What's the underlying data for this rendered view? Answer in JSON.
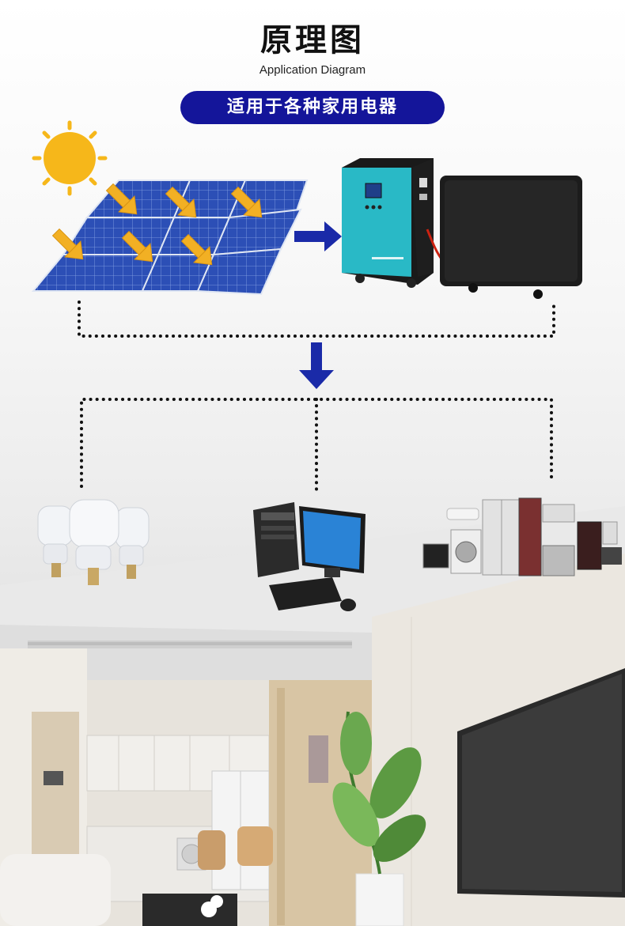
{
  "header": {
    "title": "原理图",
    "subtitle": "Application Diagram"
  },
  "banner": {
    "label": "适用于各种家用电器"
  },
  "colors": {
    "banner_bg": "#14159a",
    "arrow": "#1a2aa8",
    "sun": "#f6b71a",
    "panel": "#2a4fb8",
    "inverter": "#27b7c4",
    "battery": "#1c1c1c",
    "dots": "#111111"
  },
  "icons": {
    "sun": "sun-icon",
    "solar": "solar-panel-array",
    "inverter": "inverter-unit",
    "battery": "battery-pack",
    "bulbs": "led-bulbs",
    "computer": "desktop-computer",
    "appliances": "home-appliances",
    "room": "living-room-background"
  }
}
